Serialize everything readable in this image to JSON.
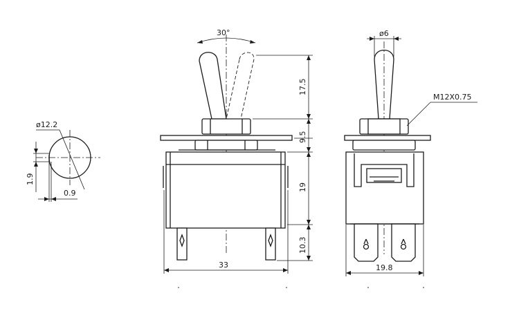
{
  "diagram": {
    "dimensions": {
      "cap_diameter": "ø12.2",
      "flat_height": "1.9",
      "flat_offset": "0.9",
      "lever_angle": "30°",
      "lever_height": "17.5",
      "bushing_height": "9.5",
      "body_height": "19",
      "terminal_length": "10.3",
      "body_width": "33",
      "lever_diameter": "ø6",
      "thread_spec": "M12X0.75",
      "side_width": "19.8"
    }
  }
}
